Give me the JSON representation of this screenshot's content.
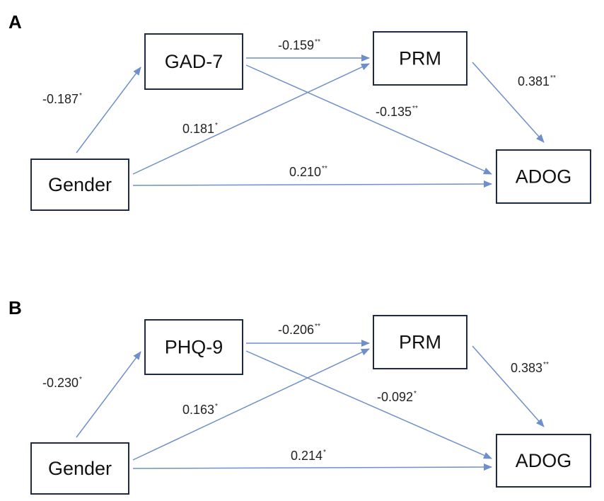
{
  "colors": {
    "arrow": "#6f8fc9",
    "box_border": "#1f2a44"
  },
  "panels": [
    {
      "letter": "A",
      "nodes": {
        "mediator": "GAD-7",
        "prm": "PRM",
        "gender": "Gender",
        "adog": "ADOG"
      },
      "paths": [
        {
          "id": "gender-mediator",
          "value": "-0.187",
          "sig": "*"
        },
        {
          "id": "mediator-prm",
          "value": "-0.159",
          "sig": "**"
        },
        {
          "id": "prm-adog",
          "value": "0.381",
          "sig": "**"
        },
        {
          "id": "mediator-adog",
          "value": "-0.135",
          "sig": "**"
        },
        {
          "id": "gender-prm",
          "value": "0.181",
          "sig": "*"
        },
        {
          "id": "gender-adog",
          "value": "0.210",
          "sig": "**"
        }
      ]
    },
    {
      "letter": "B",
      "nodes": {
        "mediator": "PHQ-9",
        "prm": "PRM",
        "gender": "Gender",
        "adog": "ADOG"
      },
      "paths": [
        {
          "id": "gender-mediator",
          "value": "-0.230",
          "sig": "*"
        },
        {
          "id": "mediator-prm",
          "value": "-0.206",
          "sig": "**"
        },
        {
          "id": "prm-adog",
          "value": "0.383",
          "sig": "**"
        },
        {
          "id": "mediator-adog",
          "value": "-0.092",
          "sig": "*"
        },
        {
          "id": "gender-prm",
          "value": "0.163",
          "sig": "*"
        },
        {
          "id": "gender-adog",
          "value": "0.214",
          "sig": "*"
        }
      ]
    }
  ]
}
